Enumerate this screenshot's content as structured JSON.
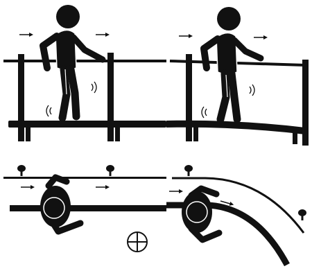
{
  "colors": {
    "ink": "#111111",
    "background": "#ffffff"
  },
  "panels": [
    {
      "view": "side",
      "walkway": "straight"
    },
    {
      "view": "side",
      "walkway": "curved"
    },
    {
      "view": "top",
      "walkway": "straight"
    },
    {
      "view": "top",
      "walkway": "curved"
    }
  ],
  "icons": {
    "person": "person-walking-icon",
    "direction": "arrow-right-icon",
    "sway": "vibration-waves-icon",
    "post": "railing-post-icon",
    "center": "circle-cross-icon"
  }
}
